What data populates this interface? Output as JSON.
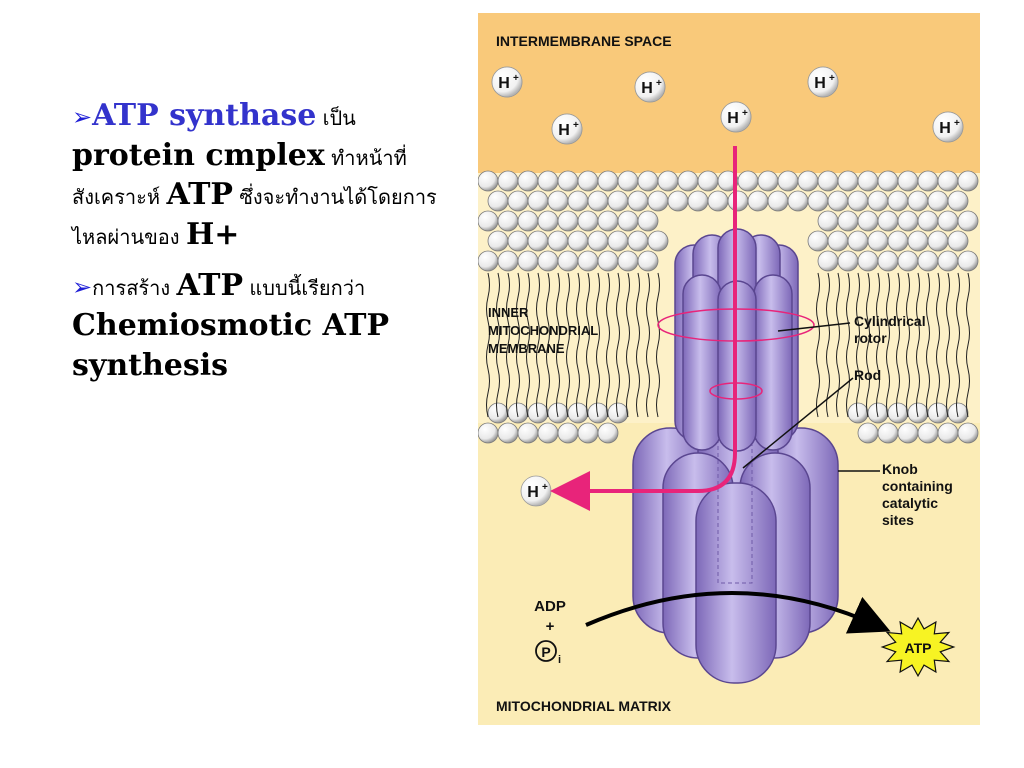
{
  "bullets": [
    {
      "marker": "➢",
      "parts": [
        {
          "text": "ATP synthase",
          "style": "big blue"
        },
        {
          "text": " เป็น ",
          "style": "thai"
        },
        {
          "text": "protein cmplex",
          "style": "big"
        },
        {
          "text": " ทำหน้าที่สังเคราะห์ ",
          "style": "thai"
        },
        {
          "text": "ATP",
          "style": "big"
        },
        {
          "text": " ซึ่งจะทำงานได้โดยการไหลผ่านของ ",
          "style": "thai"
        },
        {
          "text": "H+",
          "style": "big"
        }
      ]
    },
    {
      "marker": "➢",
      "parts": [
        {
          "text": "การสร้าง ",
          "style": "thai"
        },
        {
          "text": "ATP",
          "style": "big"
        },
        {
          "text": " แบบนี้เรียกว่า ",
          "style": "thai"
        },
        {
          "text": "Chemiosmotic ATP synthesis",
          "style": "big"
        }
      ]
    }
  ],
  "figure": {
    "colors": {
      "intermembrane": "#f9c97a",
      "matrix": "#fbecb6",
      "protein": "#a996d6",
      "protein_dark": "#6f5aa8",
      "proton_path": "#e8247a",
      "atp_star": "#f7f323"
    },
    "intermembrane_label": "INTERMEMBRANE SPACE",
    "membrane_label": [
      "INNER",
      "MITOCHONDRIAL",
      "MEMBRANE"
    ],
    "matrix_label": "MITOCHONDRIAL MATRIX",
    "proton": "H",
    "proton_charge": "+",
    "cylindrical_rotor_label": [
      "Cylindrical",
      "rotor"
    ],
    "rod_label": "Rod",
    "knob_label": [
      "Knob",
      "containing",
      "catalytic",
      "sites"
    ],
    "adp_label": "ADP",
    "plus_label": "+",
    "pi_label": "P",
    "pi_subscript": "i",
    "atp_label": "ATP"
  }
}
